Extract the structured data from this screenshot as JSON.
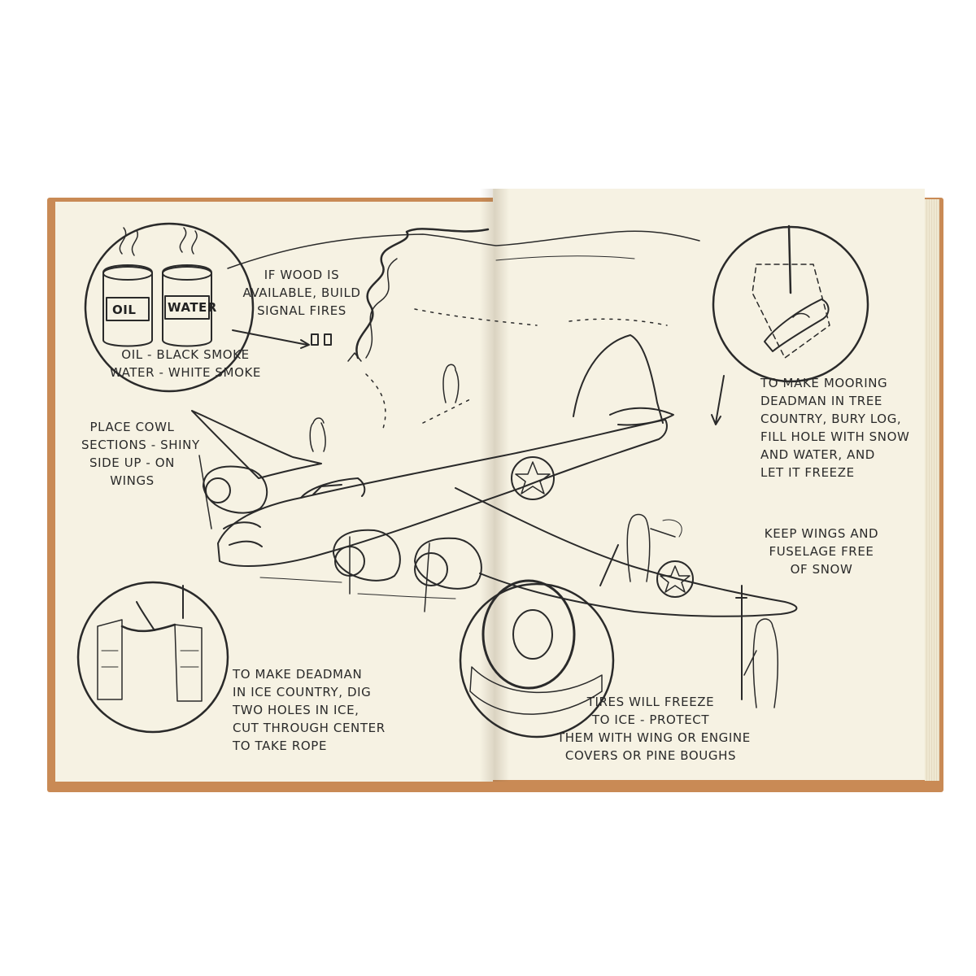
{
  "captions": {
    "signal_smoke": [
      "OIL - BLACK SMOKE",
      "WATER - WHITE SMOKE"
    ],
    "can_oil": "OIL",
    "can_water": "WATER",
    "signal_fires": [
      "IF WOOD IS",
      "AVAILABLE, BUILD",
      "SIGNAL FIRES"
    ],
    "cowl_sections": [
      "PLACE COWL",
      "SECTIONS - SHINY",
      "SIDE UP - ON",
      "WINGS"
    ],
    "deadman_ice": [
      "TO MAKE DEADMAN",
      "IN ICE COUNTRY, DIG",
      "TWO HOLES IN ICE,",
      "CUT THROUGH CENTER",
      "TO TAKE ROPE"
    ],
    "mooring_deadman": [
      "TO MAKE MOORING",
      "DEADMAN IN TREE",
      "COUNTRY, BURY LOG,",
      "FILL HOLE WITH SNOW",
      "AND WATER, AND",
      "LET IT FREEZE"
    ],
    "wings_snow": [
      "KEEP WINGS AND",
      "FUSELAGE FREE",
      "OF SNOW"
    ],
    "tires_freeze": [
      "TIRES WILL FREEZE",
      "TO ICE - PROTECT",
      "THEM WITH WING OR ENGINE",
      "COVERS OR PINE BOUGHS"
    ]
  },
  "colors": {
    "cover": "#c98a55",
    "paper": "#f6f2e3",
    "ink": "#2a2a2a"
  },
  "icons": [
    "oil-can-icon",
    "water-can-icon",
    "airplane-illustration",
    "star-insignia-icon",
    "rope-icon",
    "log-icon",
    "tire-icon"
  ]
}
